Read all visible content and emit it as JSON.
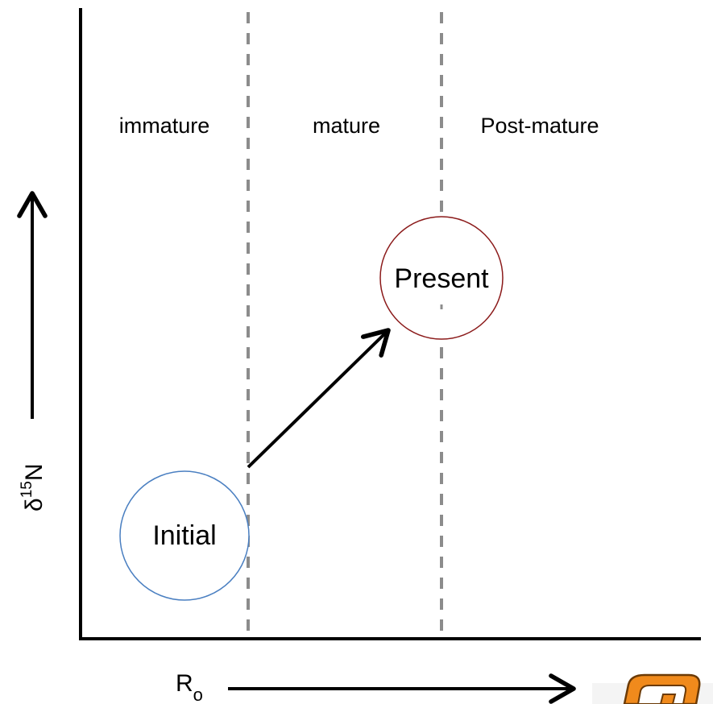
{
  "zones": {
    "immature": "immature",
    "mature": "mature",
    "post_mature": "Post-mature"
  },
  "states": {
    "initial": "Initial",
    "present": "Present"
  },
  "axes": {
    "y_label_symbol": "δ",
    "y_label_superscript": "15",
    "y_label_element": "N",
    "x_label_base": "R",
    "x_label_subscript": "o"
  },
  "colors": {
    "axis": "#000000",
    "divider": "#8c8c8c",
    "initial_circle": "#4a7fc1",
    "present_circle": "#8b1a1a",
    "arrow": "#000000",
    "logo_orange": "#f08a1c"
  },
  "icons": {
    "corner_logo": "orange-logo-icon"
  }
}
